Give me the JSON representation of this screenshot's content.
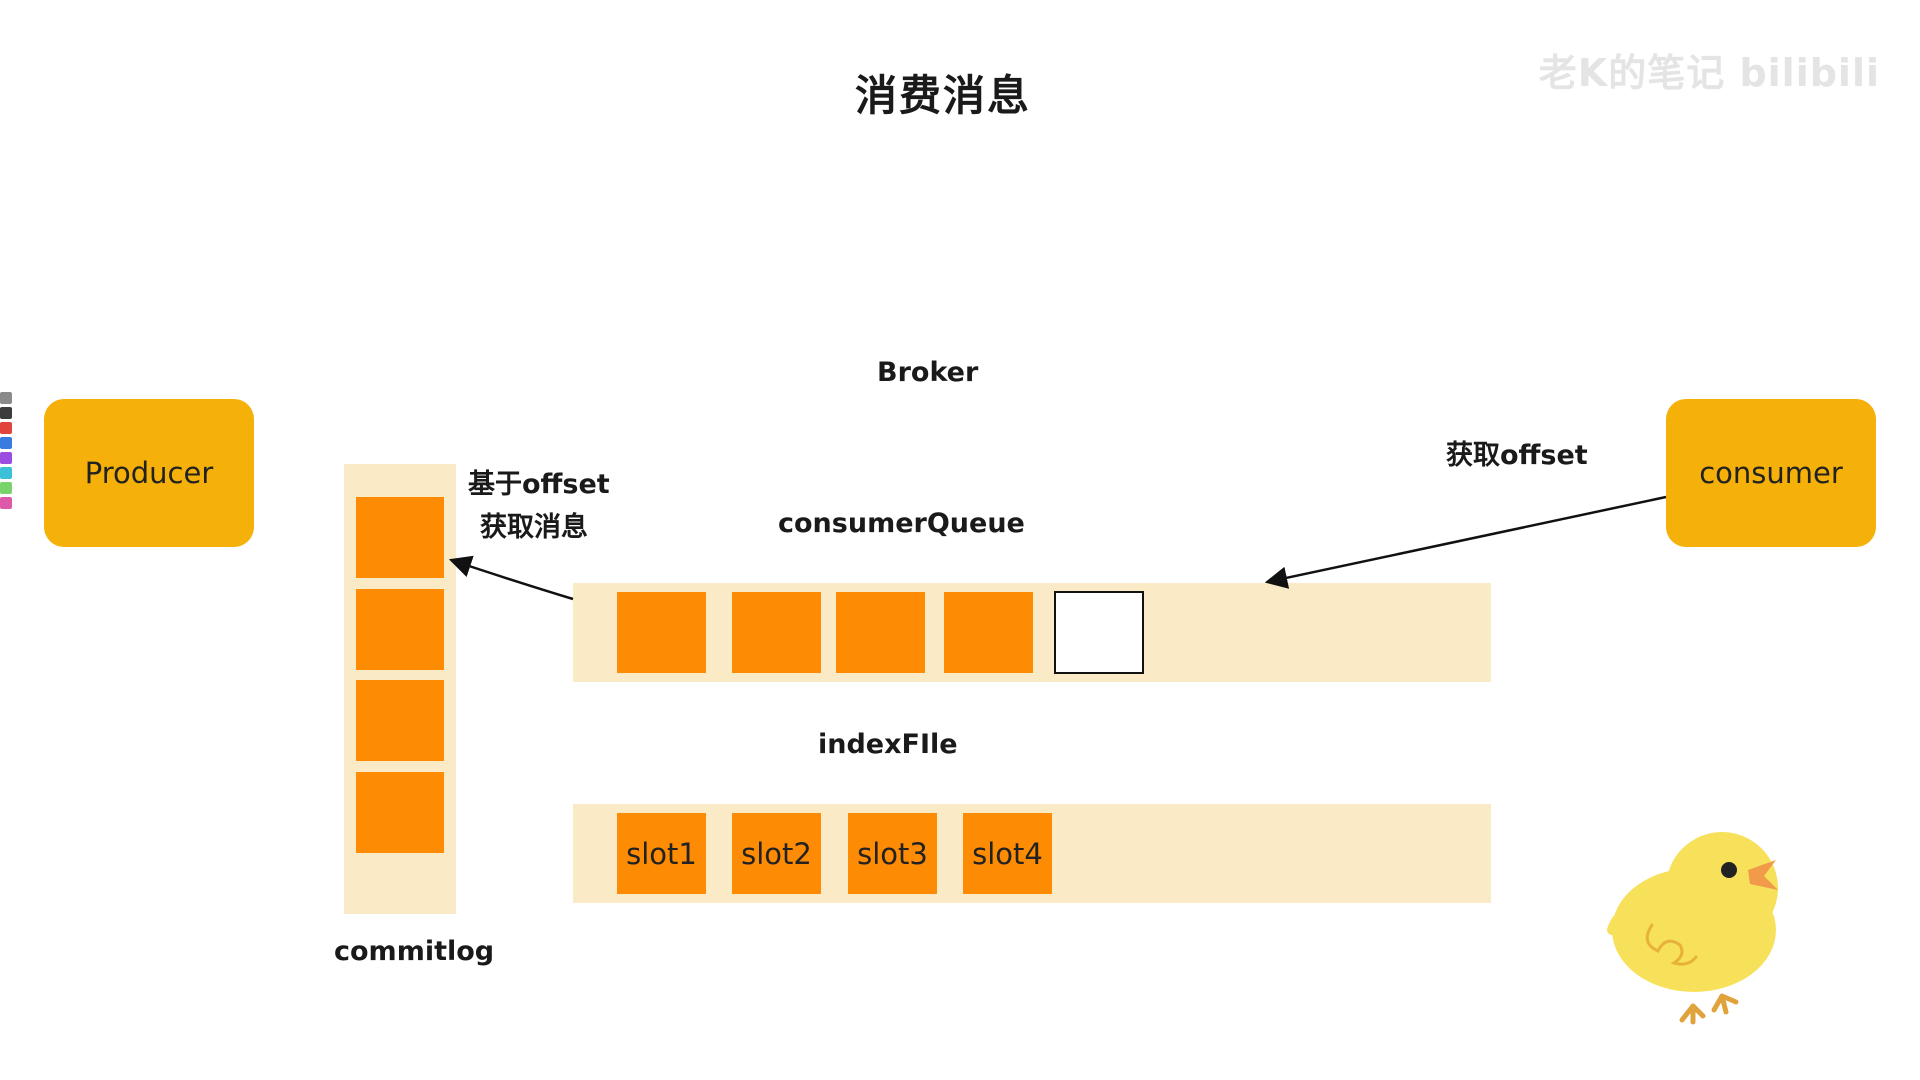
{
  "title": "消费消息",
  "watermark": "老K的笔记 bilibili",
  "broker_label": "Broker",
  "producer": {
    "label": "Producer"
  },
  "consumer": {
    "label": "consumer"
  },
  "commitlog": {
    "label": "commitlog",
    "block_count": 4
  },
  "annotations": {
    "fetch_by_offset_line1": "基于offset",
    "fetch_by_offset_line2": "获取消息",
    "get_offset": "获取offset"
  },
  "consumer_queue": {
    "label": "consumerQueue",
    "filled_count": 4,
    "empty_count": 1
  },
  "index_file": {
    "label": "indexFIle",
    "slots": [
      "slot1",
      "slot2",
      "slot3",
      "slot4"
    ]
  },
  "colors": {
    "node": "#f5b10a",
    "block": "#fd8b03",
    "band": "#faebc6",
    "arrow": "#111111",
    "chick": "#f7e15a"
  },
  "decorations": {
    "mascot": "chick-icon",
    "toolbar": "pen-toolbar-icon"
  }
}
